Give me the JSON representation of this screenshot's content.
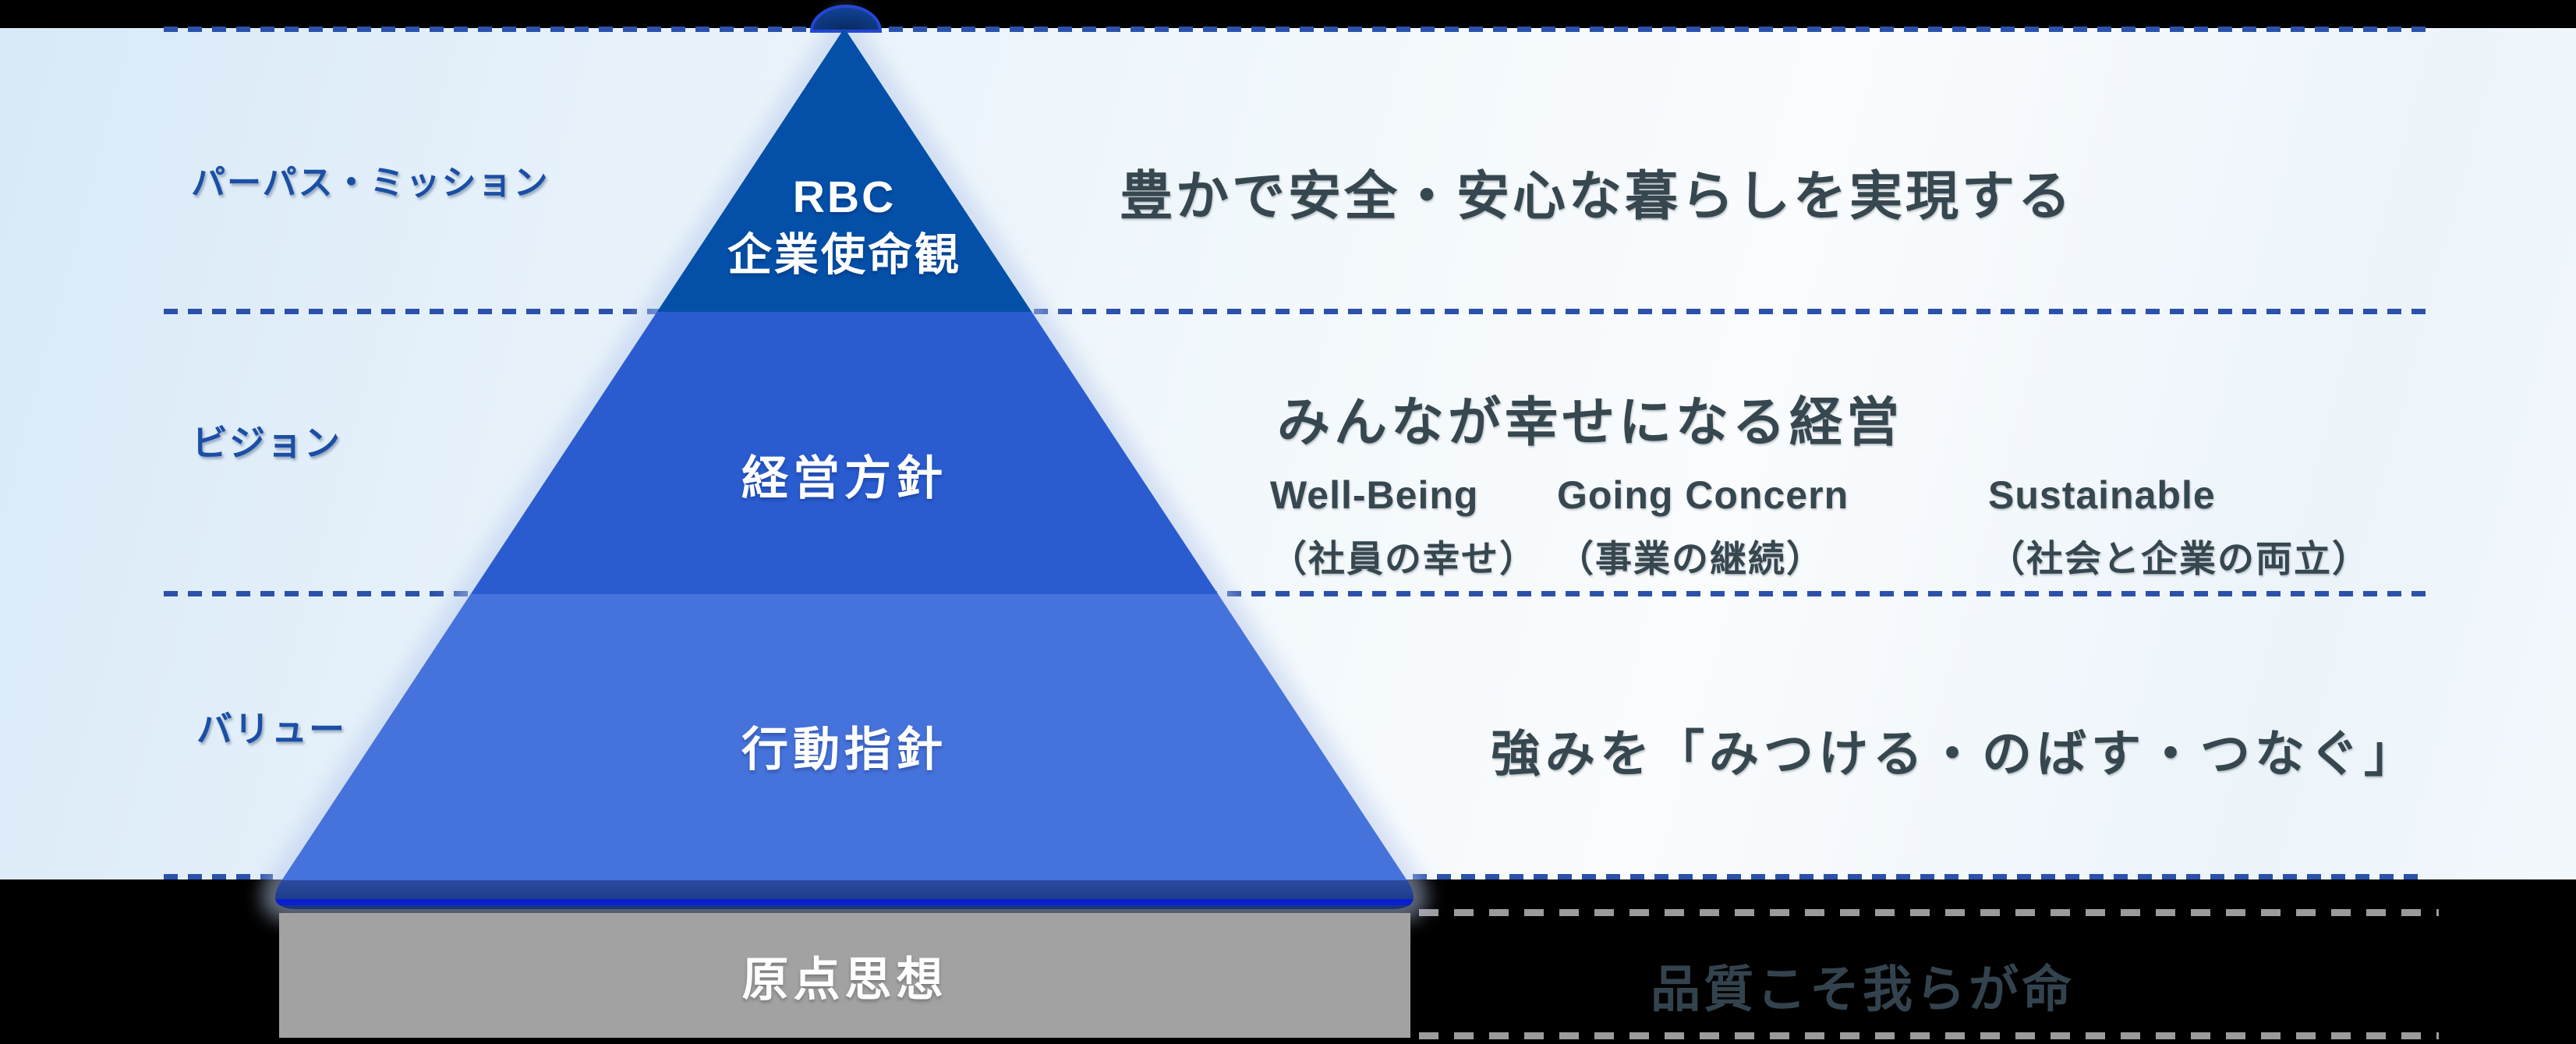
{
  "left_labels": {
    "purpose_mission": "パーパス・ミッション",
    "vision": "ビジョン",
    "value": "バリュー"
  },
  "pyramid": {
    "tier1_line1": "RBC",
    "tier1_line2": "企業使命観",
    "tier2": "経営方針",
    "tier3": "行動指針",
    "base": "原点思想"
  },
  "right": {
    "purpose_statement": "豊かで安全・安心な暮らしを実現する",
    "vision_title": "みんなが幸せになる経営",
    "pillars": [
      {
        "en": "Well-Being",
        "ja": "（社員の幸せ）"
      },
      {
        "en": "Going Concern",
        "ja": "（事業の継続）"
      },
      {
        "en": "Sustainable",
        "ja": "（社会と企業の両立）"
      }
    ],
    "value_statement": "強みを「みつける・のばす・つなぐ」",
    "base_statement": "品質こそ我らが命"
  },
  "colors": {
    "tier1": "#0450A8",
    "tier2": "#2A5CD0",
    "tier3": "#4673DB",
    "base_band_top": "#2C4BA0",
    "base_band_bottom": "#16357C",
    "base_bright_line": "#0B1ECC",
    "dome_fill": "#0E3C88",
    "dome_rim": "#2546D6",
    "dashed_blue": "#2B51AB",
    "dashed_gray": "#9B9B9B",
    "gray_bar": "#A2A2A2",
    "label_blue": "#1B4FA5",
    "text_dark": "#37474F"
  }
}
